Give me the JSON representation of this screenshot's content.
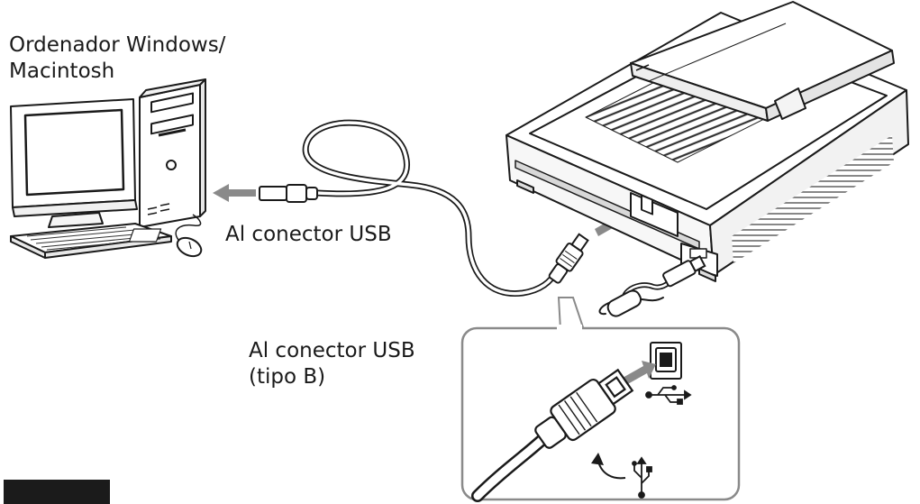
{
  "computer_label": {
    "line1": "Ordenador Windows/",
    "line2": "Macintosh"
  },
  "usb_computer_label": "Al conector USB",
  "usb_printer_label": {
    "line1": "Al conector USB",
    "line2": "(tipo B)"
  },
  "colors": {
    "ink": "#1a1a1a",
    "arrow": "#8a8a8a",
    "callout_border": "#8a8a8a",
    "paper": "#ffffff"
  }
}
